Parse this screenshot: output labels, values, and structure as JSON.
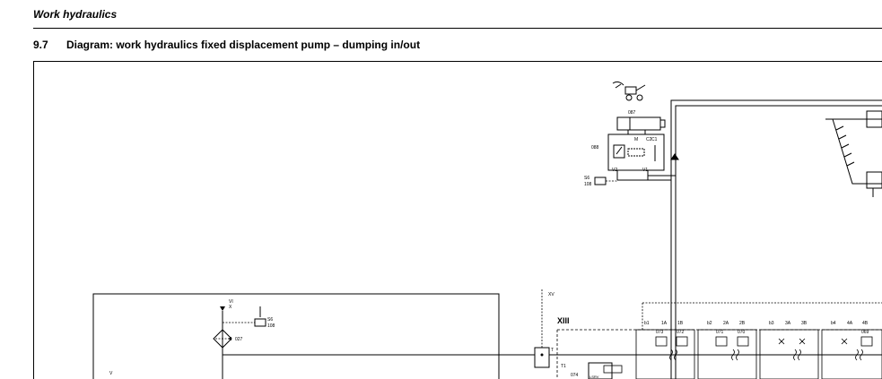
{
  "header": {
    "section_title": "Work hydraulics",
    "heading_number": "9.7",
    "heading_text": "Diagram: work hydraulics fixed displacement pump – dumping in/out"
  },
  "diagram": {
    "labels": {
      "cyl_087": "087",
      "port_m": "M",
      "port_c2": "C2",
      "port_c1": "C1",
      "valve_088": "088",
      "port_v2": "V2",
      "port_v1": "V1",
      "sensor_s6_a": "S6",
      "sensor_108_a": "108",
      "port_vi": "VI",
      "port_x": "X",
      "sensor_s6_b": "S6",
      "sensor_108_b": "108",
      "filter_027": "027",
      "port_v": "V",
      "port_xv": "XV",
      "block_xiii": "XIII",
      "port_t": "T",
      "port_t1": "T1",
      "valve_074": "074",
      "lsrv": "LSRV",
      "sec_b1": "b1",
      "sec_1a": "1A",
      "sec_1b": "1B",
      "sec_b2": "b2",
      "sec_2a": "2A",
      "sec_2b": "2B",
      "sec_b3": "b3",
      "sec_3a": "3A",
      "sec_3b": "3B",
      "sec_b4": "b4",
      "sec_4a": "4A",
      "sec_4b": "4B",
      "valve_073": "073",
      "valve_072": "072",
      "valve_071": "071",
      "valve_070": "070",
      "valve_069": "069"
    }
  }
}
